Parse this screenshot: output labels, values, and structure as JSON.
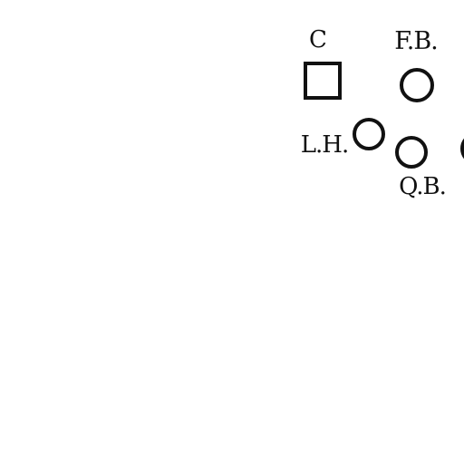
{
  "diagram": {
    "ink_color": "#111111",
    "background_color": "#ffffff",
    "players": [
      {
        "id": "c",
        "label": "C",
        "shape": "square",
        "role": "center"
      },
      {
        "id": "fb",
        "label": "F.B.",
        "shape": "circle",
        "role": "fullback"
      },
      {
        "id": "lh",
        "label": "L.H.",
        "shape": "circle",
        "role": "left halfback"
      },
      {
        "id": "qb",
        "label": "Q.B.",
        "shape": "circle",
        "role": "quarterback"
      },
      {
        "id": "rh",
        "label": "",
        "shape": "circle",
        "role": "partially visible player"
      }
    ],
    "text": {
      "c": "C",
      "fb": "F.B.",
      "lh": "L.H.",
      "qb": "Q.B."
    }
  }
}
